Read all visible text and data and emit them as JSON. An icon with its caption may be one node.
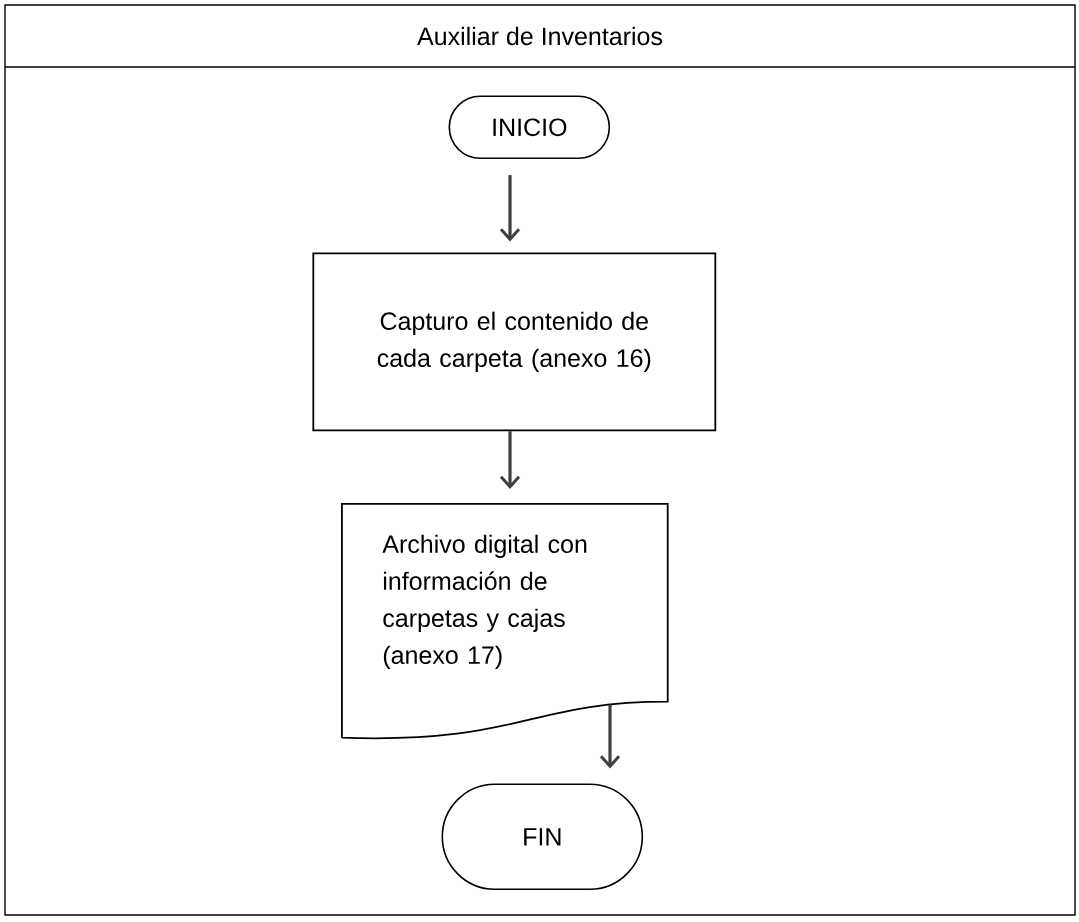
{
  "diagram": {
    "nodes": [
      {
        "text": [
          "Auxiliar de Inventarios"
        ]
      },
      {
        "text": [
          "INICIO"
        ],
        "in": 0
      },
      {
        "text": [
          "Capturo el contenido de cada carpeta (anexo 16)"
        ],
        "in": 0
      },
      {
        "text": [
          "Archivo digital con información de carpetas y cajas (anexo 17)"
        ],
        "in": 0
      },
      {
        "text": [
          "FIN"
        ],
        "in": 0
      }
    ],
    "edges": [
      {
        "from": 1,
        "to": 2,
        "arrow": "to"
      },
      {
        "from": 2,
        "to": 3,
        "arrow": "to"
      },
      {
        "from": 3,
        "to": 4,
        "arrow": "to"
      }
    ]
  }
}
